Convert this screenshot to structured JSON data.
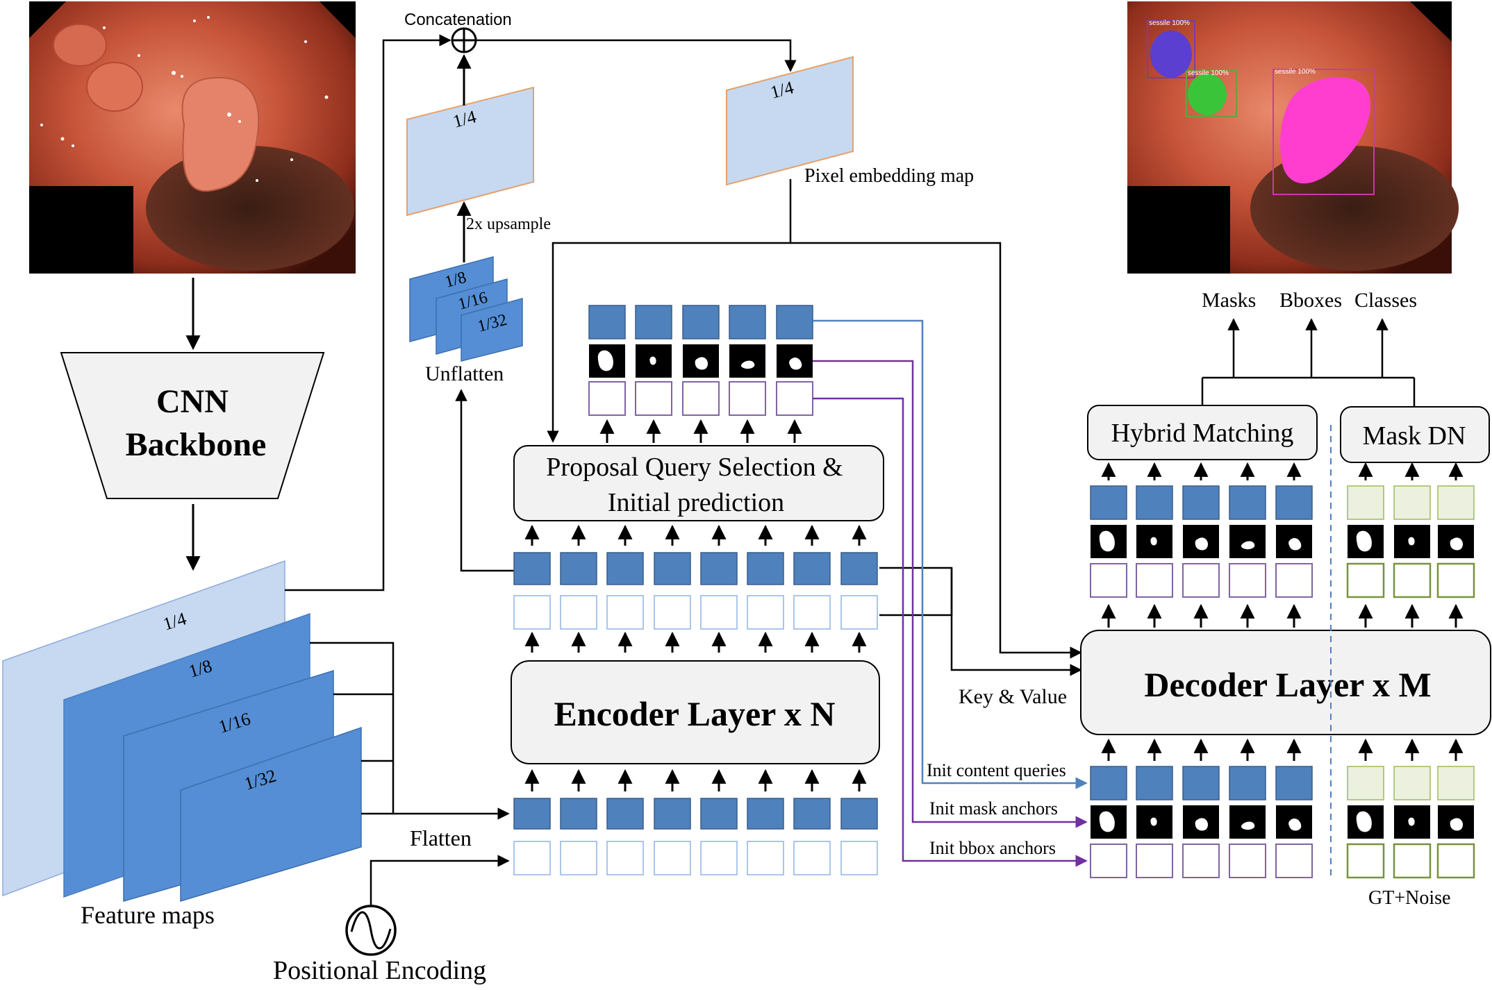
{
  "labels": {
    "concatenation": "Concatenation",
    "pixel_embedding_map": "Pixel embedding map",
    "upsample": "2x upsample",
    "unflatten": "Unflatten",
    "flatten": "Flatten",
    "feature_maps": "Feature maps",
    "positional_encoding": "Positional Encoding",
    "key_value": "Key & Value",
    "init_content_queries": "Init content queries",
    "init_mask_anchors": "Init mask anchors",
    "init_bbox_anchors": "Init bbox anchors",
    "gt_noise": "GT+Noise",
    "masks": "Masks",
    "bboxes": "Bboxes",
    "classes": "Classes"
  },
  "blocks": {
    "cnn_line1": "CNN",
    "cnn_line2": "Backbone",
    "encoder": "Encoder Layer x N",
    "decoder": "Decoder Layer x M",
    "proposal_line1": "Proposal Query Selection &",
    "proposal_line2": "Initial prediction",
    "hybrid_matching": "Hybrid Matching",
    "mask_dn": "Mask DN"
  },
  "scales": {
    "quarter": "1/4",
    "eighth": "1/8",
    "sixteenth": "1/16",
    "thirty_second": "1/32"
  },
  "prediction_tags": {
    "tag1": "sessile 100%",
    "tag2": "sessile 100%",
    "tag3": "sessile 100%"
  },
  "colors": {
    "token_blue": "#4f81bd",
    "light_blue_plane": "#c6d9f1",
    "feature_blue": "#558ed5",
    "box_fill": "#f2f2f2",
    "query_border": "#8064a2",
    "dn_border": "#77933c",
    "dn_fill": "#ebf1de",
    "blue_line": "#4f81bd",
    "purple_line": "#7030a0"
  }
}
